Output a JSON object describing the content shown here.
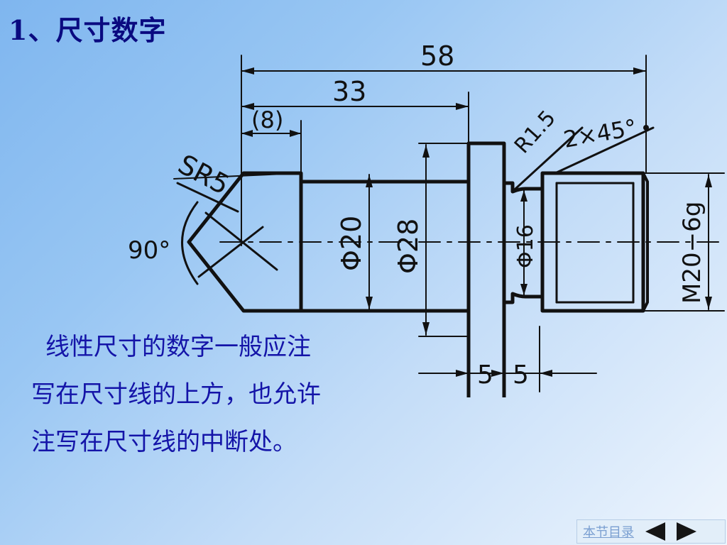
{
  "title": "1、尺寸数字",
  "drawing": {
    "dims": {
      "total_length": "58",
      "length_33": "33",
      "length_8": "(8)",
      "sphere_radius": "SR5",
      "angle": "90°",
      "dia_20": "Φ20",
      "dia_28": "Φ28",
      "dia_16": "Φ16",
      "fillet": "R1.5",
      "chamfer": "2×45°",
      "thread": "M20−6g",
      "gap_left": "5",
      "gap_right": "5"
    }
  },
  "body_text": "线性尺寸的数字一般应注写在尺寸线的上方，也允许注写在尺寸线的中断处。",
  "nav": {
    "toc_label": "本节目录",
    "prev_icon": "triangle-left-icon",
    "next_icon": "triangle-right-icon"
  },
  "colors": {
    "title": "#0a0a80",
    "body_text": "#1414a8",
    "drawing_line": "#111111"
  }
}
